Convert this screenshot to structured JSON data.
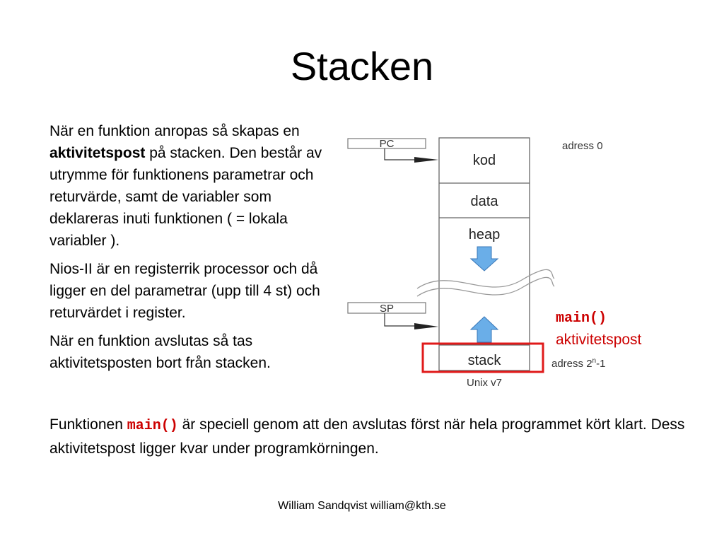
{
  "slide": {
    "title": "Stacken",
    "para1": {
      "before": "När en funktion anropas så skapas en ",
      "bold": "aktivitetspost",
      "after": " på stacken. Den består av utrymme för funktionens parametrar och returvärde, samt de variabler som deklareras inuti funktionen ( = lokala variabler )."
    },
    "para2": "Nios-II är en registerrik processor och då ligger en del parametrar (upp till 4 st) och returvärdet i register.",
    "para3": "När en funktion avslutas så tas aktivitetsposten bort från stacken.",
    "bottom": {
      "before": "Funktionen ",
      "code": "main()",
      "after": " är speciell genom att den avslutas först när hela programmet kört klart. Dess aktivitetspost ligger kvar under programkörningen."
    },
    "footer": "William Sandqvist  william@kth.se"
  },
  "diagram": {
    "pc_label": "PC",
    "sp_label": "SP",
    "segments": {
      "kod": "kod",
      "data": "data",
      "heap": "heap",
      "stack": "stack"
    },
    "address0": "adress 0",
    "address_end_prefix": "adress 2",
    "address_end_sup": "n",
    "address_end_suffix": "-1",
    "caption": "Unix v7",
    "callout_code": "main()",
    "callout_text": "aktivitetspost",
    "colors": {
      "callout": "#cc0000",
      "arrow_fill": "#6aaee8",
      "arrow_stroke": "#3a78b8"
    }
  }
}
